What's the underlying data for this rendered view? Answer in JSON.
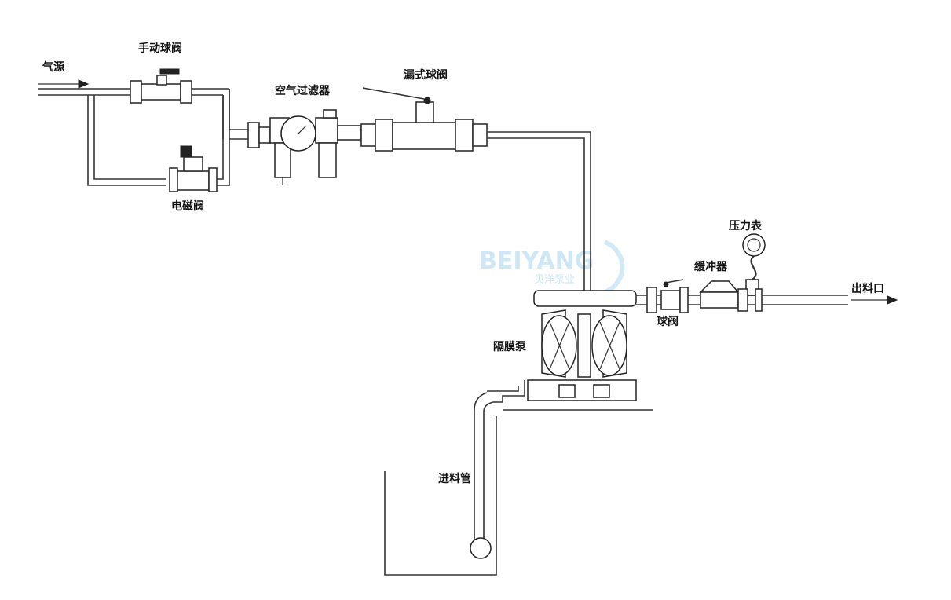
{
  "labels": {
    "air_source": "气源",
    "manual_ball_valve": "手动球阀",
    "solenoid_valve": "电磁阀",
    "air_filter": "空气过滤器",
    "leak_ball_valve": "漏式球阀",
    "pressure_gauge": "压力表",
    "buffer": "缓冲器",
    "ball_valve": "球阀",
    "outlet": "出料口",
    "diaphragm_pump": "隔膜泵",
    "inlet_pipe": "进料管"
  },
  "watermark": {
    "brand": "BEIYANG",
    "sub": "贝洋泵业",
    "color": "#bfe0f2"
  }
}
